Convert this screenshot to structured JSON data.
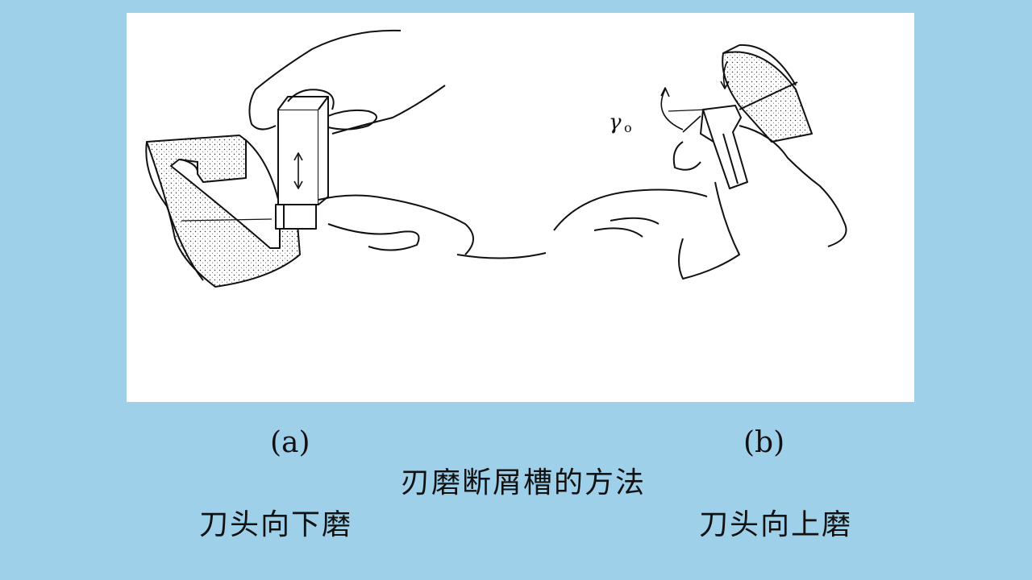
{
  "captions": {
    "a": "(a)",
    "b": "(b)"
  },
  "title": "刃磨断屑槽的方法",
  "methods": {
    "left": "刀头向下磨",
    "right": "刀头向上磨"
  },
  "figure": {
    "angle_label": "γ",
    "angle_subscript": "o"
  },
  "colors": {
    "background": "#9fd0ea",
    "panel": "#ffffff",
    "ink": "#111111"
  }
}
